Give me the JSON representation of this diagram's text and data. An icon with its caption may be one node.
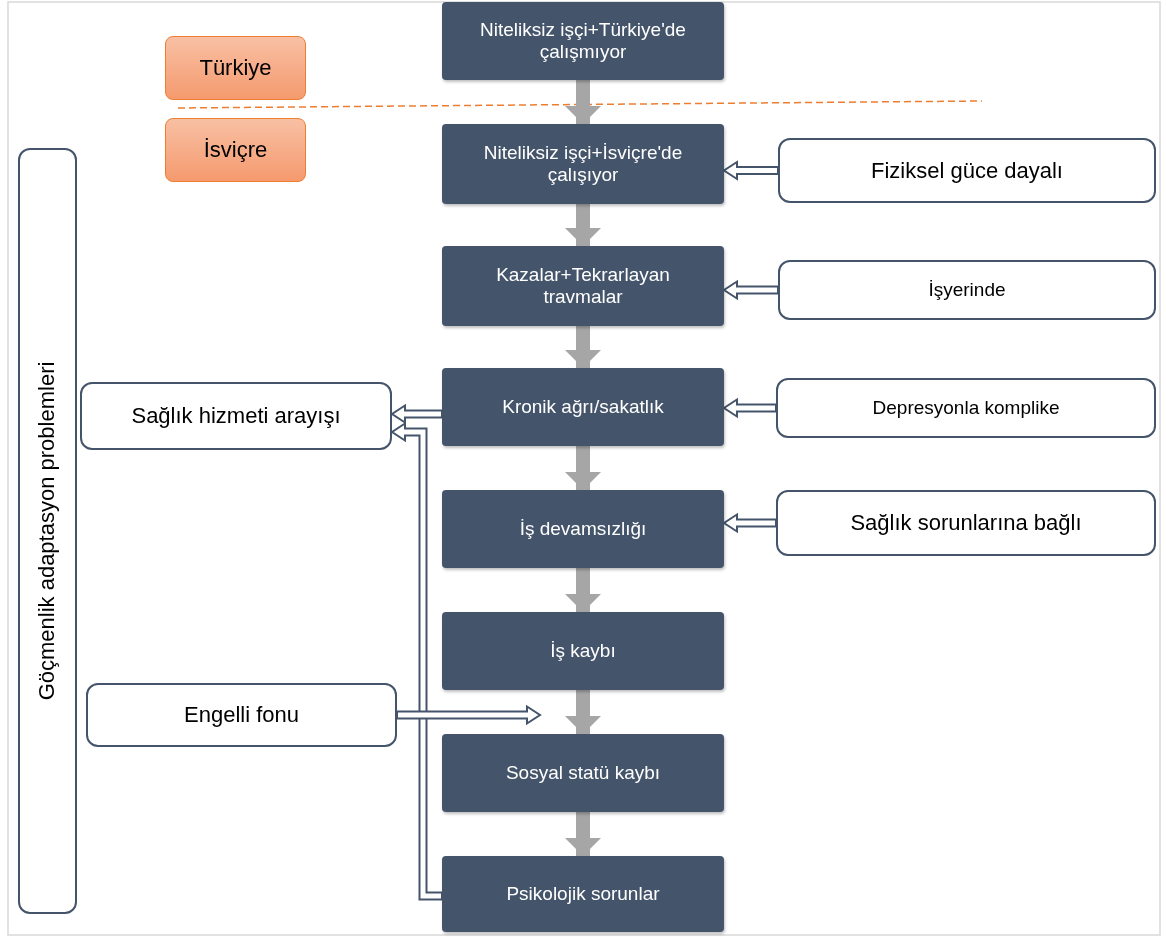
{
  "diagram": {
    "nodes": [
      {
        "text": [
          "Türkiye"
        ]
      },
      {
        "text": [
          "İsviçre"
        ]
      },
      {
        "text": [
          "Göçmenlik adaptasyon problemleri"
        ]
      },
      {
        "text": [
          "Niteliksiz işçi+Türkiye'de çalışmıyor"
        ]
      },
      {
        "text": [
          "Niteliksiz işçi+İsviçre'de çalışıyor"
        ]
      },
      {
        "text": [
          "Kazalar+Tekrarlayan travmalar"
        ]
      },
      {
        "text": [
          "Kronik ağrı/sakatlık"
        ]
      },
      {
        "text": [
          "İş devamsızlığı"
        ]
      },
      {
        "text": [
          "İş kaybı"
        ]
      },
      {
        "text": [
          "Sosyal statü kaybı"
        ]
      },
      {
        "text": [
          "Psikolojik sorunlar"
        ]
      },
      {
        "text": [
          "Fiziksel güce dayalı"
        ]
      },
      {
        "text": [
          "İşyerinde"
        ]
      },
      {
        "text": [
          "Depresyonla komplike"
        ]
      },
      {
        "text": [
          "Sağlık sorunlarına bağlı"
        ]
      },
      {
        "text": [
          "Sağlık hizmeti arayışı"
        ]
      },
      {
        "text": [
          "Engelli fonu"
        ]
      }
    ],
    "edges": [
      {
        "from": 3,
        "to": 4,
        "arrow": "to"
      },
      {
        "from": 4,
        "to": 5,
        "arrow": "to"
      },
      {
        "from": 5,
        "to": 6,
        "arrow": "to"
      },
      {
        "from": 6,
        "to": 7,
        "arrow": "to"
      },
      {
        "from": 7,
        "to": 8,
        "arrow": "to"
      },
      {
        "from": 8,
        "to": 9,
        "arrow": "to"
      },
      {
        "from": 9,
        "to": 10,
        "arrow": "to"
      },
      {
        "from": 11,
        "to": 4,
        "arrow": "to",
        "color": "#44546a"
      },
      {
        "from": 12,
        "to": 5,
        "arrow": "to",
        "color": "#44546a"
      },
      {
        "from": 13,
        "to": 6,
        "arrow": "to",
        "color": "#44546a"
      },
      {
        "from": 14,
        "to": 7,
        "arrow": "to",
        "color": "#44546a"
      },
      {
        "from": 6,
        "to": 15,
        "arrow": "to",
        "color": "#44546a"
      },
      {
        "from": 10,
        "to": 15,
        "arrow": "to",
        "color": "#44546a"
      },
      {
        "from": 16,
        "to": null,
        "arrow": "to",
        "color": "#44546a"
      }
    ]
  }
}
